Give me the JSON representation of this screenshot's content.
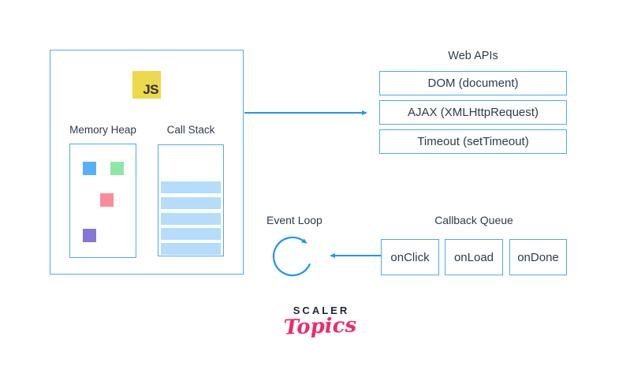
{
  "runtime": {
    "js_badge": "JS",
    "memory_heap": {
      "label": "Memory Heap",
      "squares": [
        {
          "name": "blue-allocation",
          "color": "#58B1F8"
        },
        {
          "name": "green-allocation",
          "color": "#8FE7A7"
        },
        {
          "name": "pink-allocation",
          "color": "#FA8D98"
        },
        {
          "name": "purple-allocation",
          "color": "#8677D6"
        }
      ]
    },
    "call_stack": {
      "label": "Call Stack",
      "frame_count": 5,
      "frame_color": "#B5DCFA"
    }
  },
  "web_apis": {
    "title": "Web APIs",
    "items": [
      "DOM (document)",
      "AJAX (XMLHttpRequest)",
      "Timeout (setTimeout)"
    ]
  },
  "event_loop": {
    "label": "Event Loop"
  },
  "callback_queue": {
    "title": "Callback Queue",
    "items": [
      "onClick",
      "onLoad",
      "onDone"
    ]
  },
  "brand": {
    "name": "SCALER",
    "product": "Topics",
    "name_color": "#1C2638",
    "product_color": "#EE2A6E"
  },
  "colors": {
    "background": "#FFFFFF",
    "box_border": "#4FA9F1",
    "arrow": "#1E96F0",
    "text": "#2E3B4E",
    "js_badge_bg": "#EDD94D",
    "js_badge_text": "#33322D"
  }
}
